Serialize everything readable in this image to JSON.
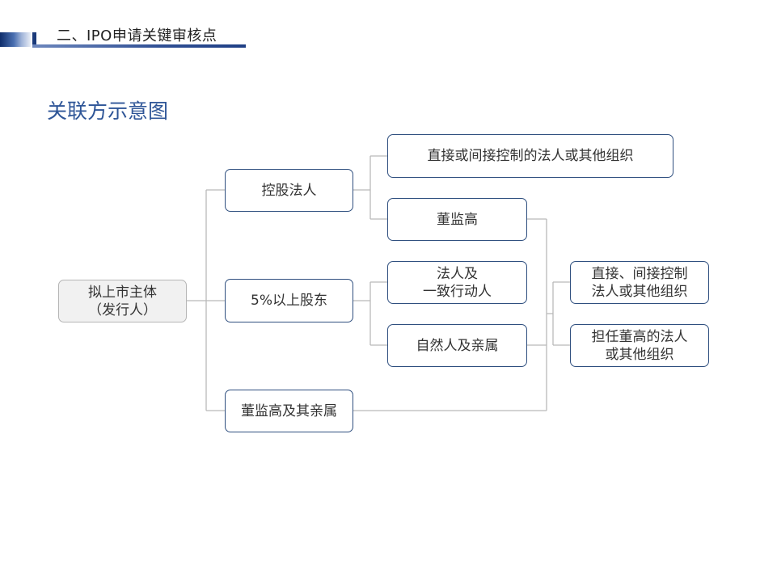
{
  "header": {
    "title": "二、IPO申请关键审核点"
  },
  "diagram": {
    "title": "关联方示意图",
    "nodes": {
      "root": "拟上市主体\n（发行人）",
      "holding_corp": "控股法人",
      "shareholder_5pct": "5%以上股东",
      "dsm_relatives": "董监高及其亲属",
      "direct_indirect_control": "直接或间接控制的法人或其他组织",
      "dsm": "董监高",
      "corp_concerted": "法人及\n一致行动人",
      "natural_relatives": "自然人及亲属",
      "controlled_corp": "直接、间接控制\n法人或其他组织",
      "dsm_serving_corp": "担任董高的法人\n或其他组织"
    }
  }
}
